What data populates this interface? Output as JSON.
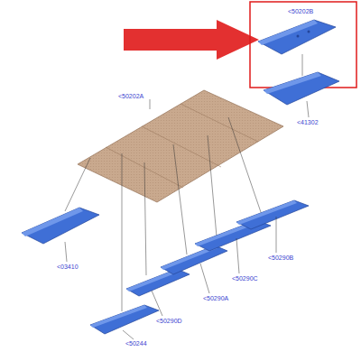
{
  "diagram": {
    "labels": [
      "<50202B",
      "<41302",
      "<50202A",
      "<03410",
      "<50244",
      "<50290D",
      "<50290A",
      "<50290C",
      "<50290B"
    ]
  }
}
